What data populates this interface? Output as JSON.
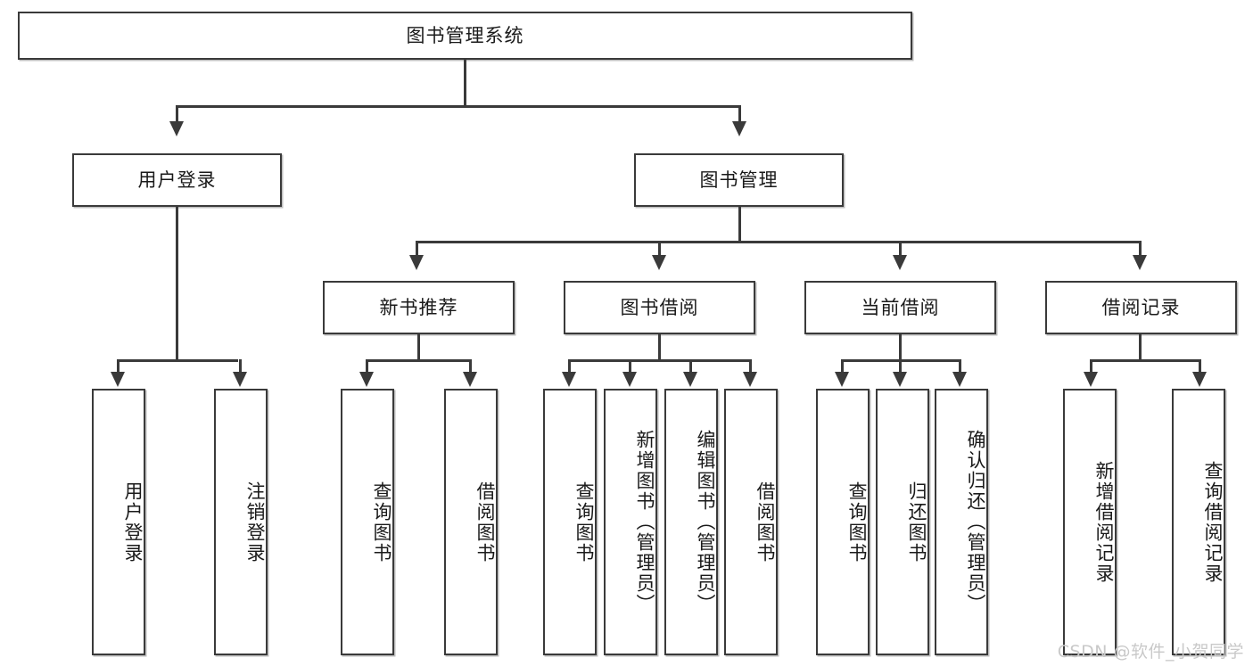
{
  "diagram": {
    "type": "tree-hierarchy",
    "title": "图书管理系统",
    "root": {
      "label": "图书管理系统"
    },
    "level2": [
      {
        "id": "user-login",
        "label": "用户登录"
      },
      {
        "id": "book-management",
        "label": "图书管理"
      }
    ],
    "level3": [
      {
        "id": "new-book-recommend",
        "label": "新书推荐",
        "parent": "book-management"
      },
      {
        "id": "book-borrow",
        "label": "图书借阅",
        "parent": "book-management"
      },
      {
        "id": "current-borrow",
        "label": "当前借阅",
        "parent": "book-management"
      },
      {
        "id": "borrow-record",
        "label": "借阅记录",
        "parent": "book-management"
      }
    ],
    "leaves": {
      "user-login": [
        {
          "id": "leaf-user-login",
          "label": "用户登录"
        },
        {
          "id": "leaf-logout-login",
          "label": "注销登录"
        }
      ],
      "new-book-recommend": [
        {
          "id": "leaf-query-book-1",
          "label": "查询图书"
        },
        {
          "id": "leaf-borrow-book-1",
          "label": "借阅图书"
        }
      ],
      "book-borrow": [
        {
          "id": "leaf-query-book-2",
          "label": "查询图书"
        },
        {
          "id": "leaf-add-book",
          "label": "新增图书（管理员）"
        },
        {
          "id": "leaf-edit-book",
          "label": "编辑图书（管理员）"
        },
        {
          "id": "leaf-borrow-book-2",
          "label": "借阅图书"
        }
      ],
      "current-borrow": [
        {
          "id": "leaf-query-book-3",
          "label": "查询图书"
        },
        {
          "id": "leaf-return-book",
          "label": "归还图书"
        },
        {
          "id": "leaf-confirm-return",
          "label": "确认归还（管理员）"
        }
      ],
      "borrow-record": [
        {
          "id": "leaf-add-record",
          "label": "新增借阅记录"
        },
        {
          "id": "leaf-query-record",
          "label": "查询借阅记录"
        }
      ]
    },
    "colors": {
      "border": "#3a3a3a",
      "background": "#ffffff",
      "text": "#1a1a1a",
      "shadow": "#bdbdbd",
      "watermark": "#c9c9c9"
    }
  },
  "watermark": {
    "text": "CSDN @软件_小贺同学"
  }
}
